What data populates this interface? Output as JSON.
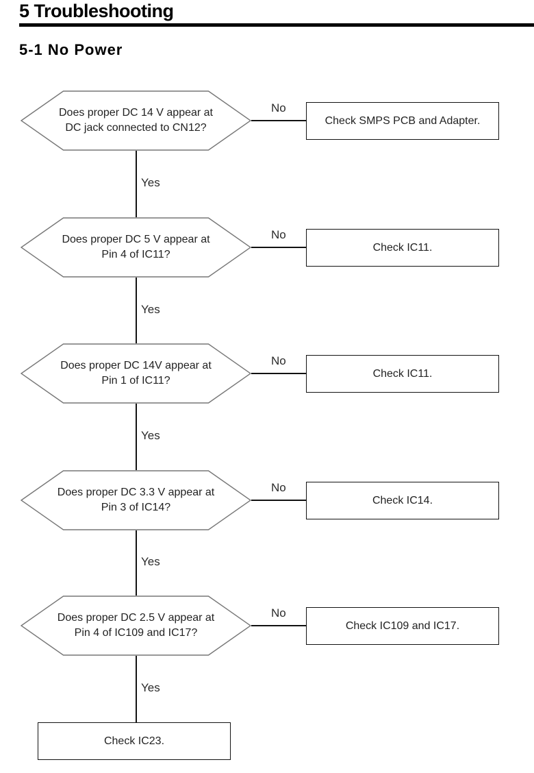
{
  "page": {
    "title": "5 Troubleshooting",
    "subtitle": "5-1 No Power"
  },
  "labels": {
    "yes": "Yes",
    "no": "No"
  },
  "colors": {
    "background": "#ffffff",
    "text": "#1c1c1c",
    "line": "#111111",
    "hexagon_border": "#777777",
    "box_border": "#111111",
    "title_rule": "#000000"
  },
  "flowchart": {
    "steps": [
      {
        "question_line1": "Does proper DC 14 V appear at",
        "question_line2": "DC jack connected to CN12?",
        "no_action": "Check SMPS PCB and Adapter."
      },
      {
        "question_line1": "Does proper DC 5 V appear at",
        "question_line2": "Pin 4 of IC11?",
        "no_action": "Check IC11."
      },
      {
        "question_line1": "Does proper DC 14V appear at",
        "question_line2": "Pin 1 of IC11?",
        "no_action": "Check IC11."
      },
      {
        "question_line1": "Does proper DC 3.3 V appear at",
        "question_line2": "Pin 3 of IC14?",
        "no_action": "Check IC14."
      },
      {
        "question_line1": "Does proper DC 2.5 V appear at",
        "question_line2": "Pin 4 of IC109 and IC17?",
        "no_action": "Check IC109 and IC17."
      }
    ],
    "final_action": "Check IC23."
  }
}
